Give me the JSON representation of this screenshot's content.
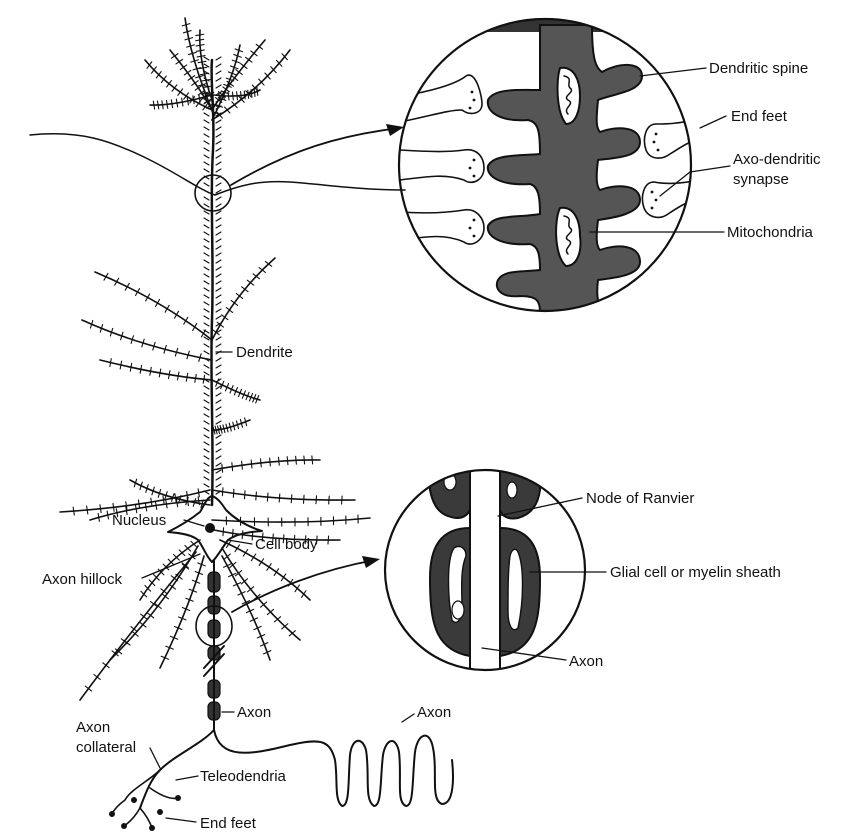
{
  "labels": {
    "dendritic_spine": "Dendritic spine",
    "end_feet_top": "End feet",
    "axo_dendritic_1": "Axo-dendritic",
    "axo_dendritic_2": "synapse",
    "mitochondria": "Mitochondria",
    "dendrite": "Dendrite",
    "nucleus": "Nucleus",
    "cell_body": "Cell body",
    "axon_hillock": "Axon hillock",
    "node_of_ranvier": "Node of Ranvier",
    "glial_cell": "Glial cell or myelin  sheath",
    "axon_inset": "Axon",
    "axon_main": "Axon",
    "axon_terminal": "Axon",
    "axon_collateral_1": "Axon",
    "axon_collateral_2": "collateral",
    "teleodendria": "Teleodendria",
    "end_feet_bottom": "End feet"
  },
  "colors": {
    "ink": "#111111",
    "dendrite_shade": "#555555",
    "myelin": "#3a3a3a",
    "paper": "#ffffff"
  }
}
